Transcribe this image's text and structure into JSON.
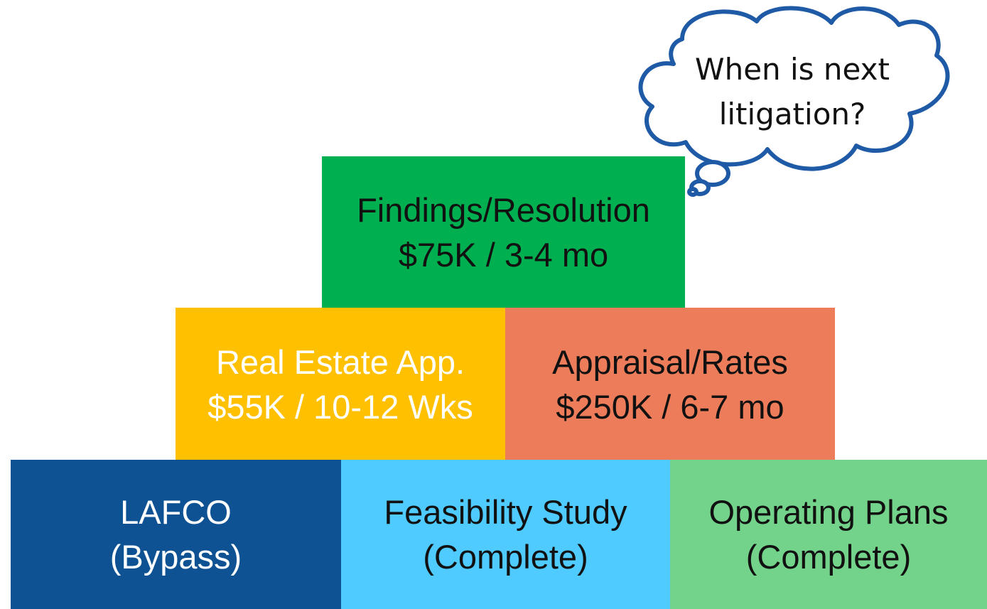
{
  "pyramid": {
    "top": {
      "line1": "Findings/Resolution",
      "line2": "$75K / 3-4 mo",
      "color": "#00b050"
    },
    "middle": [
      {
        "line1": "Real Estate App.",
        "line2": "$55K / 10-12 Wks",
        "color": "#ffc000"
      },
      {
        "line1": "Appraisal/Rates",
        "line2": "$250K / 6-7 mo",
        "color": "#ed7d5a"
      }
    ],
    "bottom": [
      {
        "line1": "LAFCO",
        "line2": "(Bypass)",
        "color": "#0e5294"
      },
      {
        "line1": "Feasibility Study",
        "line2": "(Complete)",
        "color": "#4fcbff"
      },
      {
        "line1": "Operating Plans",
        "line2": "(Complete)",
        "color": "#74d38b"
      }
    ]
  },
  "thought_bubble": {
    "line1": "When is next",
    "line2": "litigation?",
    "outline_color": "#1f5aa6"
  }
}
